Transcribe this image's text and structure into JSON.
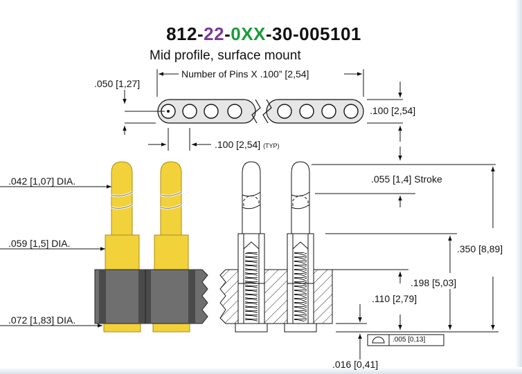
{
  "part_number": {
    "p1": "812-",
    "p2": "22",
    "p3": "-",
    "p4": "0XX",
    "p5": "-30-005101",
    "colors": {
      "base": "#111111",
      "purple": "#7b3a96",
      "green": "#1a9c3a"
    }
  },
  "subtitle": "Mid profile, surface mount",
  "labels": {
    "edge_offset": ".050 [1,27]",
    "pins_length": "Number of Pins X .100” [2,54]",
    "row_height": ".100 [2,54]",
    "pitch": ".100 [2,54]",
    "pitch_typ": "(TYP)",
    "plunger_dia": ".042 [1,07] DIA.",
    "shank_dia": ".059 [1,5] DIA.",
    "tail_dia": ".072 [1,83] DIA.",
    "stroke": ".055 [1,4] Stroke",
    "overall_height": ".350 [8,89]",
    "barrel_height": ".198 [5,03]",
    "tail_height": ".110 [2,79]",
    "flatness": ".005 [0,13]",
    "standoff": ".016 [0,41]"
  },
  "colors": {
    "gold": "#f2d23a",
    "gold_edge": "#b08a10",
    "insulator": "#6f6f6f",
    "insulator_dark": "#3d3d3d"
  },
  "icons": {
    "flatness_symbol": "profile-of-surface-icon"
  }
}
